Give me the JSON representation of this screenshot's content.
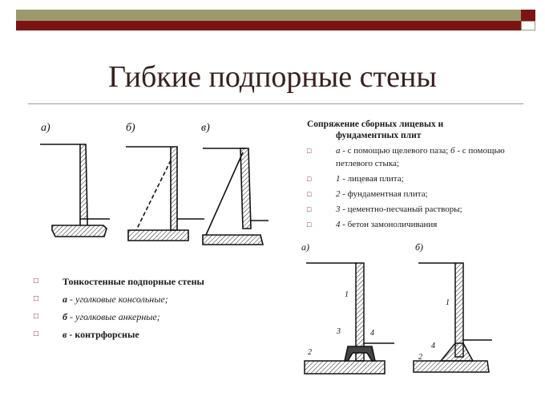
{
  "slide": {
    "title": "Гибкие подпорные стены"
  },
  "left_figures": {
    "labels": [
      "а)",
      "б)",
      "в)"
    ]
  },
  "left_list": {
    "heading": "Тонкостенные подпорные стены",
    "items": [
      {
        "key": "а",
        "text": " - уголковые консольные;"
      },
      {
        "key": "б",
        "text": " - уголковые анкерные;"
      },
      {
        "key": "в",
        "text": " - контрфорсные"
      }
    ]
  },
  "right_text": {
    "heading_line1": "Сопряжение сборных лицевых и",
    "heading_line2": "фундаментных плит",
    "items": [
      {
        "key": "а",
        "text": " - с помощью щелевого паза; ",
        "key2": "б",
        "text2": " - с помощью петлевого стыка;"
      },
      {
        "key": "1",
        "text": " - лицевая плита;"
      },
      {
        "key": "2",
        "text": " - фундаментная плита;"
      },
      {
        "key": "3",
        "text": " - цементно-песчаный растворы;"
      },
      {
        "key": "4",
        "text": " - бетон замоноличивания"
      }
    ]
  },
  "right_figures": {
    "labels": [
      "а)",
      "б)"
    ],
    "numbers": [
      "1",
      "2",
      "3",
      "4",
      "1",
      "4",
      "2"
    ]
  },
  "colors": {
    "accent_dark_red": "#7d1414",
    "olive": "#9c9a6c"
  }
}
